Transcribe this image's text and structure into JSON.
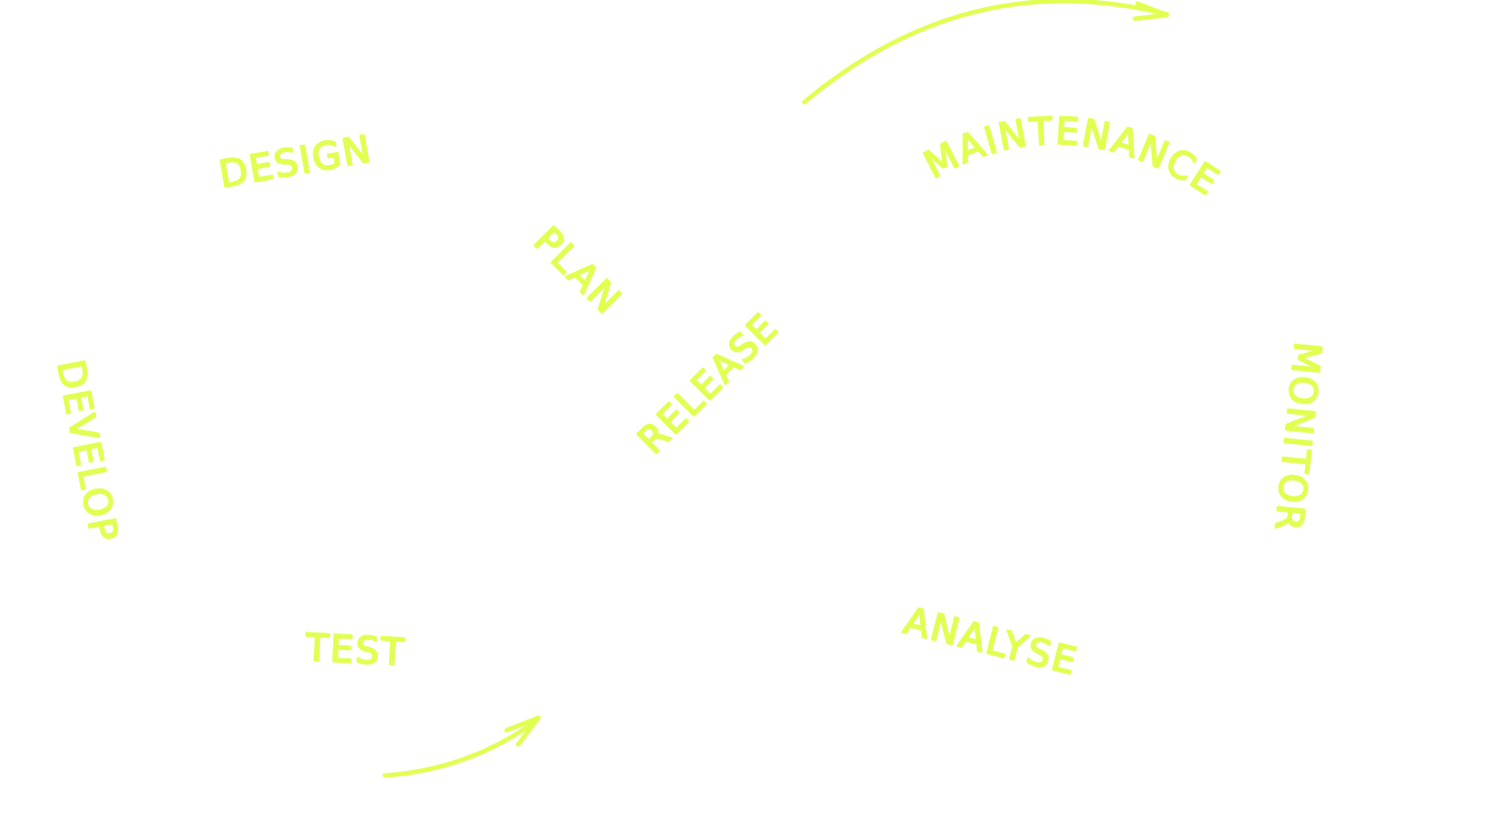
{
  "diagram": {
    "accent_color": "#e1ff50",
    "stages": {
      "design": "DESIGN",
      "plan": "PLAN",
      "release": "RELEASE",
      "maintenance": "MAINTENANCE",
      "monitor": "MONITOR",
      "analyse": "ANALYSE",
      "test": "TEST",
      "develop": "DEVELOP"
    },
    "arrows": [
      "arrow-top-curved",
      "arrow-bottom-curved"
    ]
  }
}
